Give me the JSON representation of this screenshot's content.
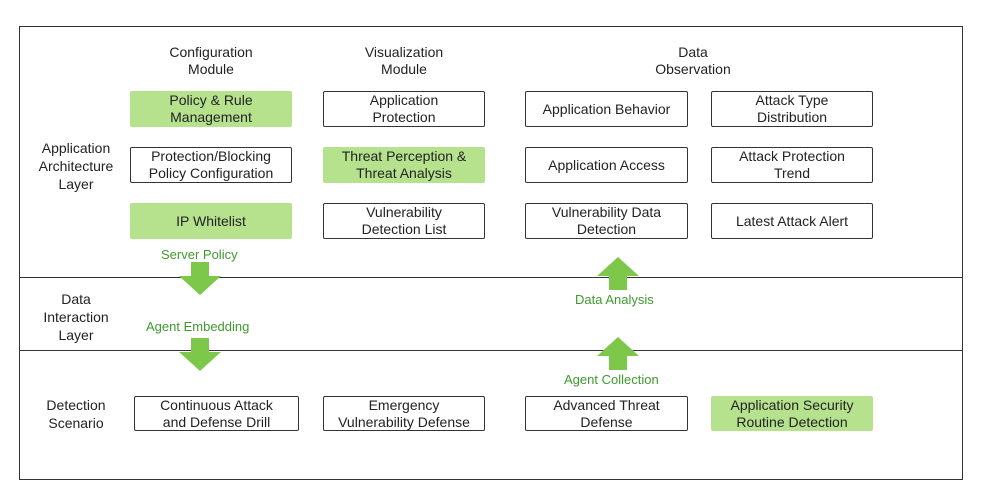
{
  "layers": {
    "application": "Application\nArchitecture\nLayer",
    "interaction": "Data\nInteraction\nLayer",
    "detection": "Detection\nScenario"
  },
  "headers": {
    "configuration": "Configuration\nModule",
    "visualization": "Visualization\nModule",
    "observation": "Data\nObservation"
  },
  "configuration_boxes": [
    "Policy & Rule\nManagement",
    "Protection/Blocking\nPolicy Configuration",
    "IP Whitelist"
  ],
  "visualization_boxes": [
    "Application\nProtection",
    "Threat Perception &\nThreat Analysis",
    "Vulnerability\nDetection List"
  ],
  "observation_boxes_left": [
    "Application Behavior",
    "Application Access",
    "Vulnerability Data\nDetection"
  ],
  "observation_boxes_right": [
    "Attack Type\nDistribution",
    "Attack Protection\nTrend",
    "Latest Attack Alert"
  ],
  "detection_boxes": [
    "Continuous Attack\nand Defense Drill",
    "Emergency\nVulnerability Defense",
    "Advanced Threat\nDefense",
    "Application Security\nRoutine Detection"
  ],
  "flow_labels": {
    "server_policy": "Server Policy",
    "agent_embedding": "Agent Embedding",
    "data_analysis": "Data Analysis",
    "agent_collection": "Agent Collection"
  },
  "colors": {
    "highlight": "#b6e28e",
    "arrow": "#7dc84a",
    "flow_text": "#3f9a2e",
    "border": "#333333"
  }
}
